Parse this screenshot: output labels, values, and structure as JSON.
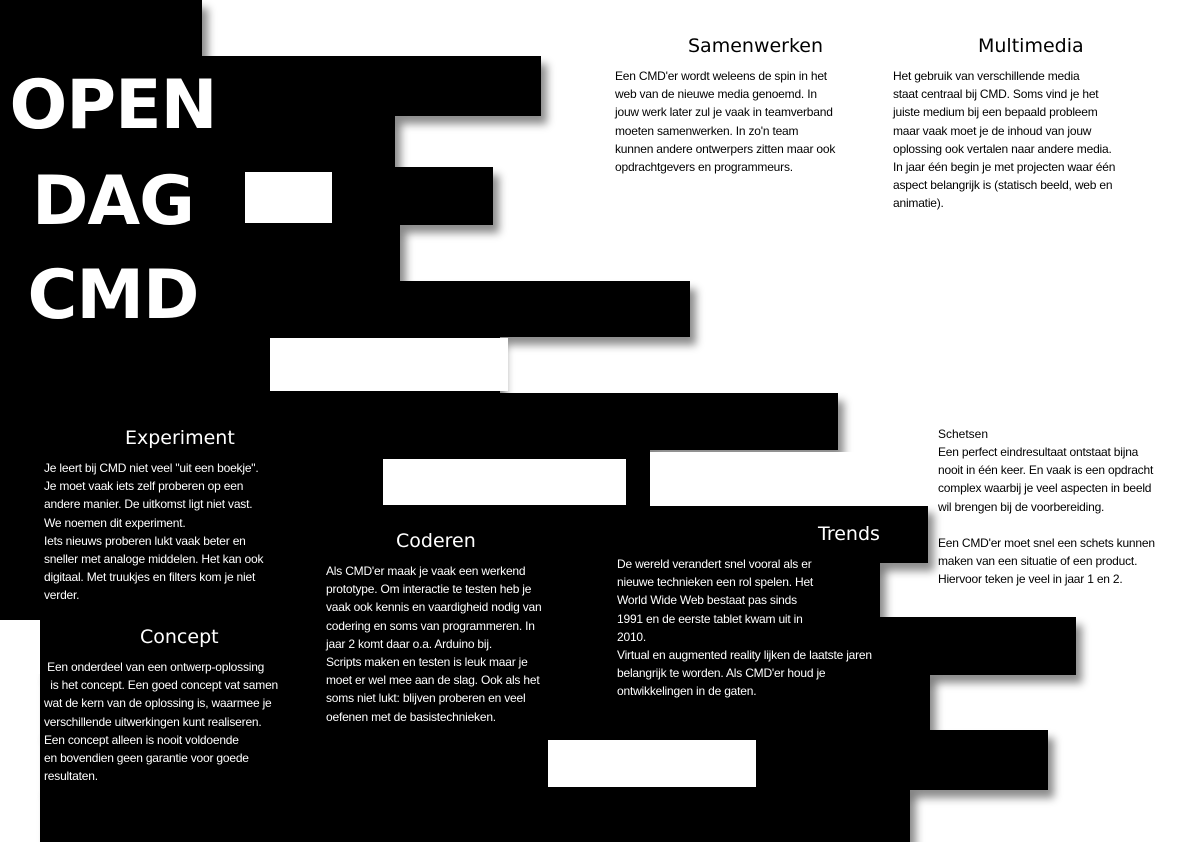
{
  "poster": {
    "title_lines": [
      "OPEN",
      "DAG",
      "CMD"
    ]
  },
  "sections": {
    "samenwerken": {
      "heading": "Samenwerken",
      "body": "Een CMD'er wordt weleens de spin in het\nweb van de nieuwe media genoemd. In\njouw werk later zul je vaak in teamverband\nmoeten samenwerken. In zo'n team\nkunnen andere ontwerpers zitten maar ook\nopdrachtgevers en programmeurs."
    },
    "multimedia": {
      "heading": "Multimedia",
      "body": "Het gebruik van verschillende media\nstaat centraal bij CMD. Soms vind je het\njuiste medium bij een bepaald probleem\nmaar vaak moet je de inhoud van jouw\noplossing ook vertalen naar andere media.\nIn jaar één begin je met projecten waar één\naspect belangrijk is (statisch beeld, web en\nanimatie)."
    },
    "experiment": {
      "heading": "Experiment",
      "body": "Je leert bij CMD niet veel \"uit een boekje\".\nJe moet vaak iets zelf proberen op een\nandere manier. De uitkomst ligt niet vast.\nWe noemen dit experiment.\nIets nieuws proberen lukt vaak beter en\nsneller met analoge middelen. Het kan ook\ndigitaal. Met truukjes en filters kom je niet\nverder."
    },
    "concept": {
      "heading": "Concept",
      "body": " Een onderdeel van een ontwerp-oplossing\n  is het concept. Een goed concept vat samen\nwat de kern van de oplossing is, waarmee je\nverschillende uitwerkingen kunt realiseren.\nEen concept alleen is nooit voldoende\nen bovendien geen garantie voor goede\nresultaten."
    },
    "coderen": {
      "heading": "Coderen",
      "body": "Als CMD'er maak je vaak een werkend\nprototype. Om interactie te testen heb je\nvaak ook kennis en vaardigheid nodig van\ncodering en soms van programmeren. In\njaar 2 komt daar o.a. Arduino bij.\nScripts maken en testen is leuk maar je\nmoet er wel mee aan de slag. Ook als het\nsoms niet lukt: blijven proberen en veel\noefenen met de basistechnieken."
    },
    "trends": {
      "heading": "Trends",
      "body": "De wereld verandert snel vooral als er\nnieuwe technieken een rol spelen. Het\nWorld Wide Web bestaat pas sinds\n1991 en de eerste tablet kwam uit in\n2010.\nVirtual en augmented reality lijken de laatste jaren\nbelangrijk te worden. Als CMD'er houd je\nontwikkelingen in de gaten."
    },
    "schetsen": {
      "heading": "Schetsen",
      "body": "Een perfect eindresultaat ontstaat bijna\nnooit in één keer. En vaak is een opdracht\ncomplex waarbij je veel aspecten in beeld\nwil brengen bij de voorbereiding.\n\nEen CMD'er moet snel een schets kunnen\nmaken van een situatie of een product.\nHiervoor teken je veel in jaar 1 en 2."
    }
  },
  "colors": {
    "ink": "#000000",
    "paper": "#ffffff"
  }
}
